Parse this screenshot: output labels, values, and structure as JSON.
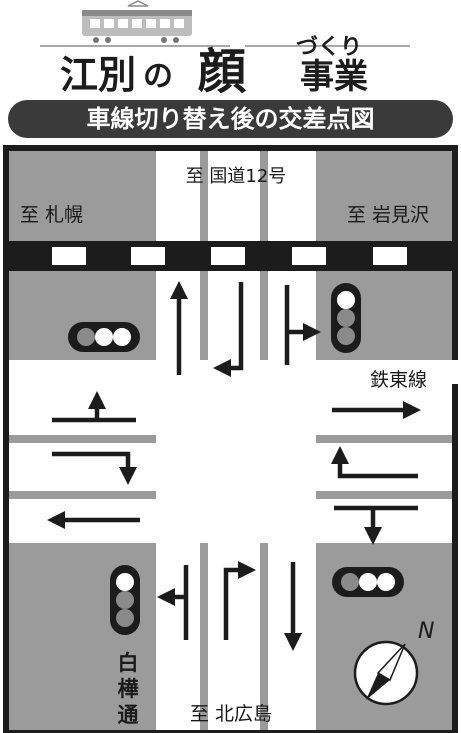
{
  "banner": {
    "title_part1": "江別",
    "title_part2": "の",
    "title_part3": "顔",
    "title_part4": "づくり",
    "title_part5": "事業",
    "subtitle": "車線切り替え後の交差点図"
  },
  "directions": {
    "north": "至 国道12号",
    "west": "至 札幌",
    "east": "至 岩見沢",
    "south": "至 北広島"
  },
  "roads": {
    "railway": "鉄東線",
    "street_char1": "白",
    "street_char2": "樺",
    "street_char3": "通"
  },
  "compass": {
    "label": "N"
  },
  "colors": {
    "block": "#9b9b9b",
    "frame": "#1c1c1c",
    "banner_bg": "#3a3a3a",
    "road": "#ffffff",
    "light_housing": "#1c1c1c",
    "lamp_white": "#ffffff",
    "lamp_gray": "#8a8a8a"
  }
}
